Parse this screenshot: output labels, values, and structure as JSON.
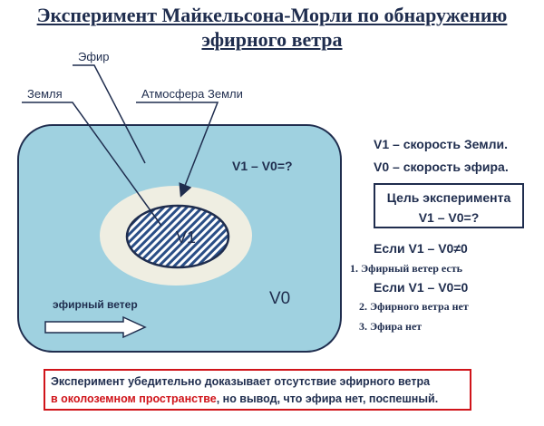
{
  "title": {
    "line1": "Эксперимент Майкельсона-Морли по обнаружению",
    "line2": "эфирного ветра"
  },
  "diagram": {
    "label_ether": "Эфир",
    "label_earth": "Земля",
    "label_atmosphere": "Атмосфера Земли",
    "label_v1_minus_v0": "V1 – V0=?",
    "label_v1": "V1",
    "label_v0": "V0",
    "label_ether_wind": "эфирный ветер",
    "colors": {
      "ether_fill": "#9fd1e0",
      "atmosphere_fill": "#efeee2",
      "earth_fill": "#2a4e86",
      "outline": "#1f2d4e"
    }
  },
  "definitions": {
    "v1": "V1 –  скорость Земли.",
    "v0": "V0 –  скорость  эфира."
  },
  "goal": {
    "line1": "Цель эксперимента",
    "line2": "V1 – V0=?"
  },
  "cases": {
    "if1": "Если    V1 – V0≠0",
    "item1": "1. Эфирный ветер есть",
    "if2": "Если    V1 – V0=0",
    "item2": "2. Эфирного ветра нет",
    "item3": "3. Эфира нет"
  },
  "conclusion": {
    "line1": "Эксперимент убедительно доказывает отсутствие эфирного ветра",
    "line2_red": "в околоземном пространстве",
    "line2_rest": ", но вывод, что эфира нет, поспешный."
  }
}
